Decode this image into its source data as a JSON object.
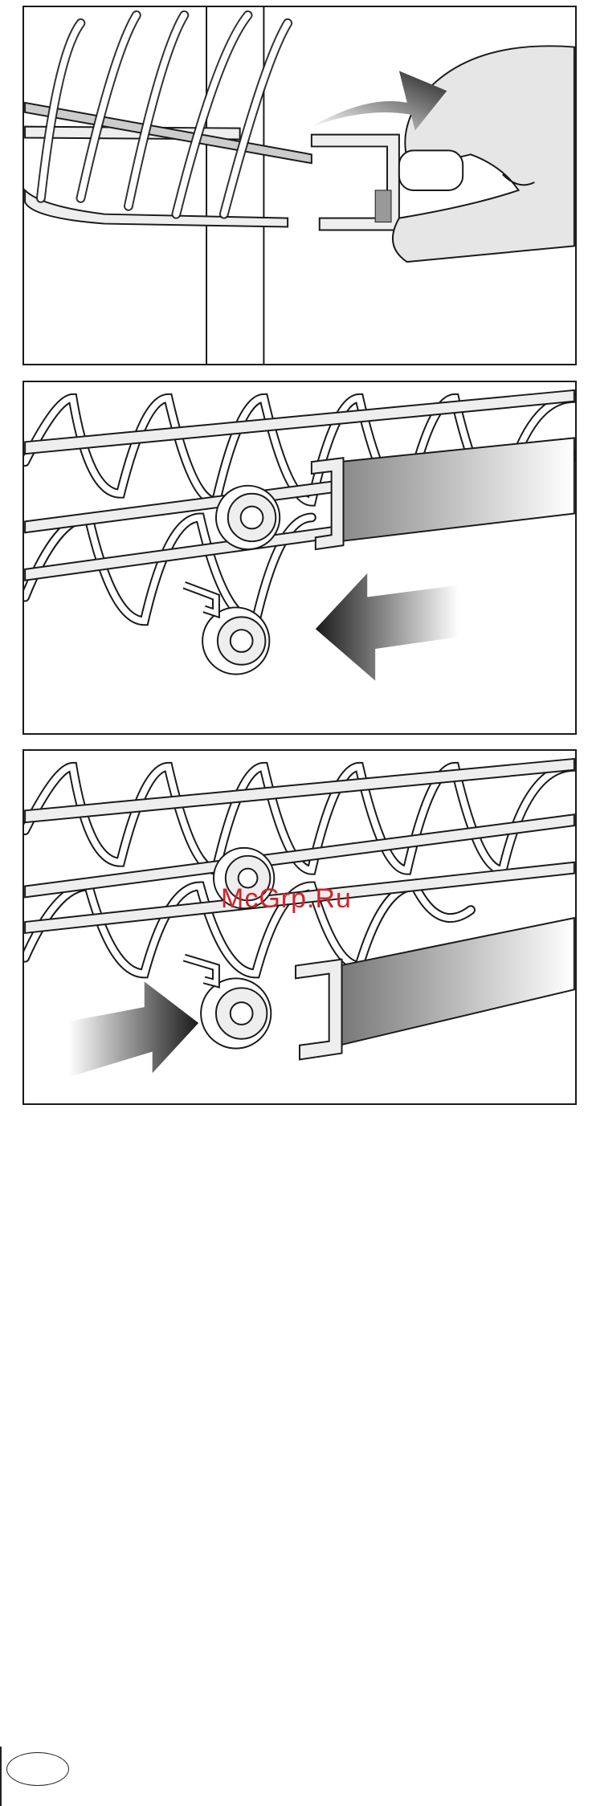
{
  "watermark": {
    "text": "McGrp.Ru"
  },
  "panels": [
    {
      "id": 1,
      "depicts": "hand-lifting-rail-clip-icon"
    },
    {
      "id": 2,
      "depicts": "rail-pull-off-arrow-icon"
    },
    {
      "id": 3,
      "depicts": "rail-push-on-arrow-icon"
    }
  ],
  "colors": {
    "line": "#1a1a1a",
    "wire_fill": "#eeeeee",
    "arrow_dark": "#2a2a2a",
    "watermark": "#d0232a"
  }
}
